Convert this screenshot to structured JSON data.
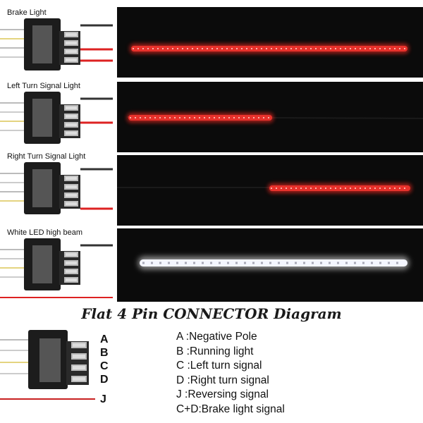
{
  "panels": [
    {
      "label": "Brake Light",
      "strip": "full-red"
    },
    {
      "label": "Left Turn Signal Light",
      "strip": "left-red"
    },
    {
      "label": "Right Turn Signal Light",
      "strip": "right-red"
    },
    {
      "label": "White LED high beam",
      "strip": "full-white"
    }
  ],
  "diagram": {
    "title": "Flat 4 Pin CONNECTOR Diagram",
    "pins": [
      "A",
      "B",
      "C",
      "D",
      "J"
    ],
    "legend": [
      "A :Negative Pole",
      "B :Running light",
      "C :Left turn signal",
      "D :Right turn signal",
      "J :Reversing signal",
      "C+D:Brake light signal"
    ]
  },
  "colors": {
    "red_led": "#e8322c",
    "white_led": "#f4f6ff",
    "panel_bg": "#0b0b0b"
  }
}
